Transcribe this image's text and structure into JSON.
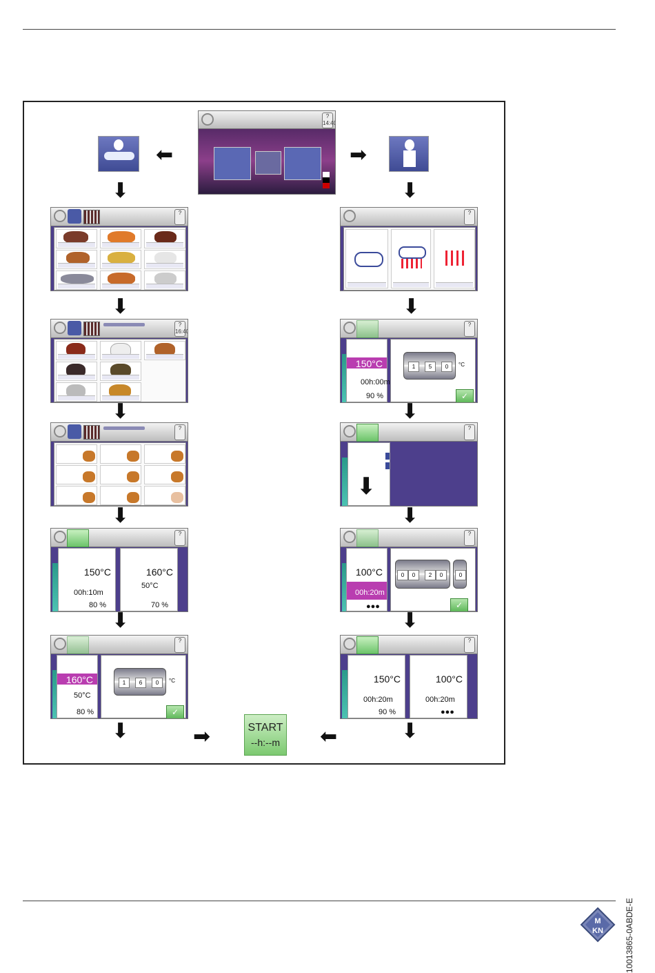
{
  "start_button": {
    "label": "START",
    "time": "--h:--m"
  },
  "document_id": "10013865-0ABDE-E",
  "logo": {
    "text_top": "M",
    "text_bottom": "KN"
  },
  "cards": {
    "a": {
      "temp": "150°C",
      "target": "00h:10m",
      "time": "00h:10m",
      "humid": "80 %"
    },
    "b": {
      "temp": "160°C",
      "set": "50°C",
      "time": "",
      "humid": "70 %"
    },
    "c": {
      "temp": "160°C",
      "set": "50°C",
      "humid": "80 %"
    },
    "d": {
      "temp": "150°C",
      "time": "00h:00m",
      "humid": "90 %"
    },
    "e": {
      "temp": "100°C",
      "time": "00h:20m",
      "humid": "●●●"
    },
    "f": {
      "temp": "150°C",
      "time": "00h:20m",
      "humid": "90 %"
    },
    "g": {
      "temp": "100°C",
      "time": "00h:20m",
      "humid": "●●●"
    }
  },
  "pickers": {
    "p1": [
      "1",
      "5",
      "0"
    ],
    "p2": [
      "1",
      "6",
      "0"
    ],
    "p3": [
      "0",
      "0",
      "2",
      "0",
      "0"
    ],
    "unit": "°C"
  }
}
